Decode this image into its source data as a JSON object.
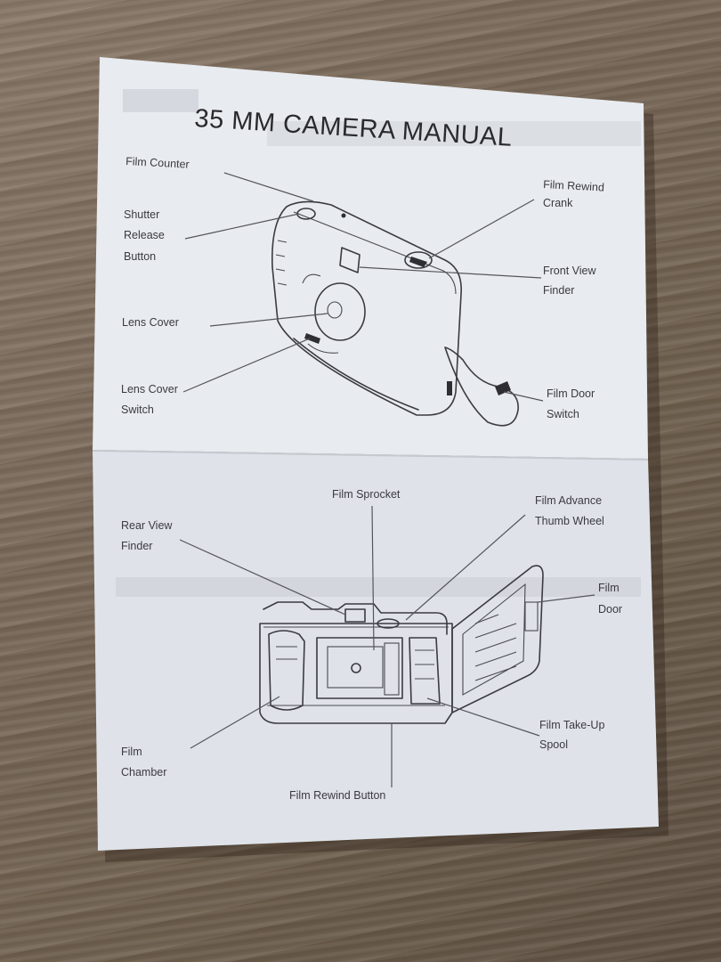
{
  "manual": {
    "title": "35 MM CAMERA MANUAL"
  },
  "front_view": {
    "labels": {
      "film_counter": "Film Counter",
      "shutter_release_1": "Shutter",
      "shutter_release_2": "Release",
      "shutter_release_3": "Button",
      "lens_cover": "Lens Cover",
      "lens_cover_switch_1": "Lens Cover",
      "lens_cover_switch_2": "Switch",
      "film_rewind_crank_1": "Film Rewind",
      "film_rewind_crank_2": "Crank",
      "front_view_finder_1": "Front View",
      "front_view_finder_2": "Finder",
      "film_door_switch_1": "Film Door",
      "film_door_switch_2": "Switch"
    }
  },
  "rear_view": {
    "labels": {
      "film_sprocket": "Film Sprocket",
      "rear_view_finder_1": "Rear View",
      "rear_view_finder_2": "Finder",
      "film_advance_1": "Film Advance",
      "film_advance_2": "Thumb Wheel",
      "film_door_1": "Film",
      "film_door_2": "Door",
      "film_chamber_1": "Film",
      "film_chamber_2": "Chamber",
      "film_takeup_1": "Film Take-Up",
      "film_takeup_2": "Spool",
      "film_rewind_button": "Film Rewind Button"
    }
  }
}
